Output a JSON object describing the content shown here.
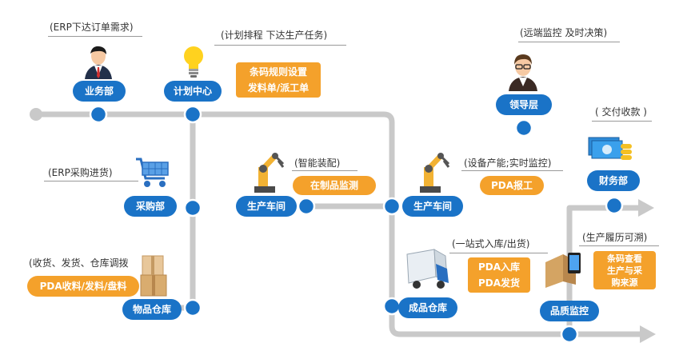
{
  "depts": {
    "business": "业务部",
    "planning": "计划中心",
    "purchase": "采购部",
    "warehouse": "物品仓库",
    "workshop1": "生产车间",
    "workshop2": "生产车间",
    "finished": "成品仓库",
    "leader": "领导层",
    "finance": "财务部",
    "quality": "品质监控"
  },
  "captions": {
    "erp_order": "(ERP下达订单需求)",
    "plan_task": "(计划排程 下达生产任务)",
    "erp_purchase": "(ERP采购进货)",
    "receive": "(收货、发货、仓库调拨",
    "assembly": "(智能装配)",
    "capacity": "(设备产能;实时监控)",
    "remote": "(远端监控 及时决策)",
    "payment": "( 交付收款 )",
    "onestop": "(一站式入库/出货)",
    "trace": "(生产履历可溯)"
  },
  "tags": {
    "barcode_line1": "条码规则设置",
    "barcode_line2": "发料单/派工单",
    "pda_receive": "PDA收料/发料/盘料",
    "wip": "在制品监测",
    "pda_report": "PDA报工",
    "pda_in": "PDA入库",
    "pda_out": "PDA发货",
    "query_line1": "条码查看",
    "query_line2": "生产与采",
    "query_line3": "购来源"
  },
  "colors": {
    "node": "#1a73c7",
    "tag": "#f4a12b",
    "track": "#c9c9c9"
  },
  "icons": [
    "businessman-icon",
    "lightbulb-icon",
    "shopping-cart-icon",
    "boxes-icon",
    "robot-arm-icon",
    "robot-arm-icon",
    "delivery-truck-icon",
    "leader-icon",
    "money-icon",
    "tablet-box-icon"
  ]
}
